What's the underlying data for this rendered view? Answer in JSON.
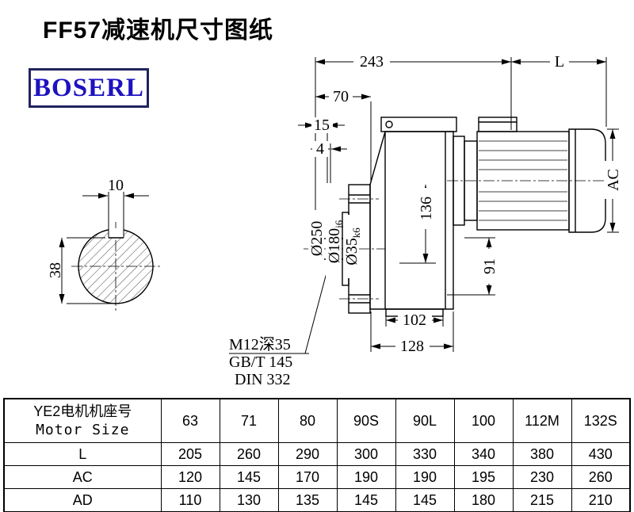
{
  "page": {
    "title": "FF57减速机尺寸图纸",
    "logo_text": "BOSERL"
  },
  "drawing": {
    "dim_243": "243",
    "dim_L": "L",
    "dim_70": "70",
    "dim_15": "15",
    "dim_4": "4",
    "dim_10": "10",
    "dim_38": "38",
    "dim_136": "136",
    "dim_91": "91",
    "dim_102": "102",
    "dim_128": "128",
    "dim_AC": "AC",
    "dia_250": "Ø250",
    "dia_180": "Ø180",
    "dia_180_tol": "j6",
    "dia_35": "Ø35",
    "dia_35_tol": "k6",
    "note_1": "M12深35",
    "note_2": "GB/T 145",
    "note_3": "DIN 332"
  },
  "table": {
    "header_cn": "YE2电机机座号",
    "header_en": "Motor Size",
    "sizes": [
      "63",
      "71",
      "80",
      "90S",
      "90L",
      "100",
      "112M",
      "132S"
    ],
    "rows": [
      {
        "label": "L",
        "values": [
          "205",
          "260",
          "290",
          "300",
          "330",
          "340",
          "380",
          "430"
        ]
      },
      {
        "label": "AC",
        "values": [
          "120",
          "145",
          "170",
          "190",
          "190",
          "195",
          "230",
          "260"
        ]
      },
      {
        "label": "AD",
        "values": [
          "110",
          "130",
          "135",
          "145",
          "145",
          "180",
          "215",
          "210"
        ]
      }
    ]
  }
}
